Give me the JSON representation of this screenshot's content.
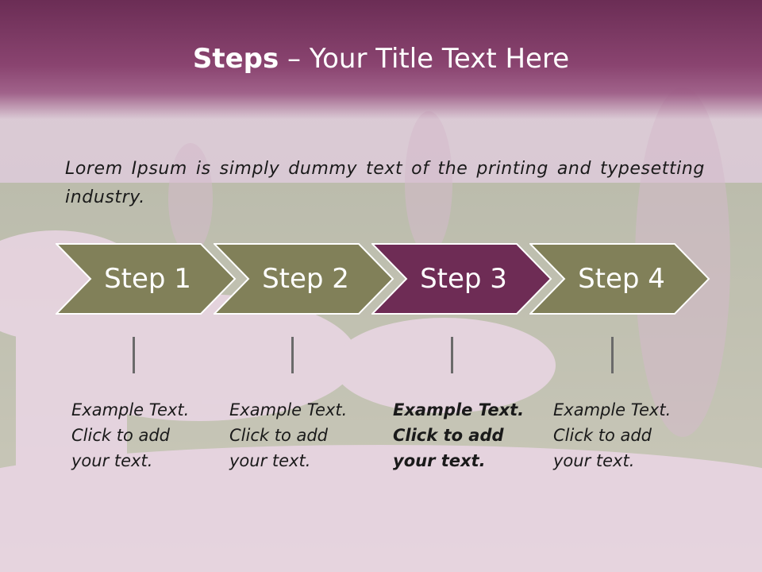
{
  "title": {
    "bold": "Steps",
    "rest": " – Your Title Text Here"
  },
  "intro": "Lorem Ipsum is simply dummy text of the printing and typesetting industry.",
  "colors": {
    "title_bar": "#6b2d55",
    "chevron_default": "#818059",
    "chevron_active": "#6e2c55",
    "text": "#1a1a1a"
  },
  "steps": [
    {
      "label": "Step 1",
      "text": [
        "Example Text.",
        "Click  to add",
        "your text."
      ],
      "active": false
    },
    {
      "label": "Step 2",
      "text": [
        "Example Text.",
        "Click  to add",
        "your text."
      ],
      "active": false
    },
    {
      "label": "Step 3",
      "text": [
        "Example Text.",
        "Click  to add",
        "your text."
      ],
      "active": true
    },
    {
      "label": "Step 4",
      "text": [
        "Example Text.",
        "Click  to add",
        "your text."
      ],
      "active": false
    }
  ]
}
